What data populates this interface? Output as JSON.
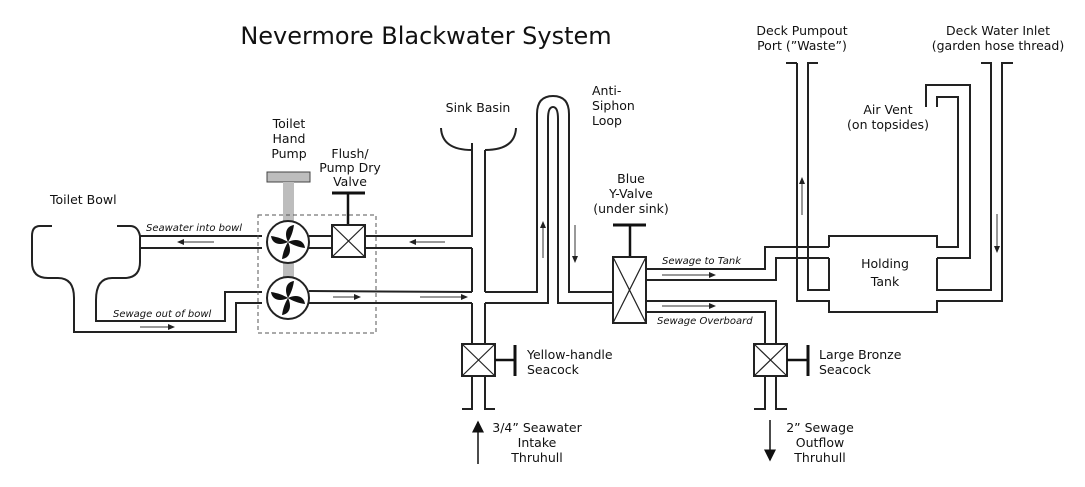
{
  "title": "Nevermore Blackwater System",
  "labels": {
    "toilet_bowl": "Toilet Bowl",
    "toilet_hand_pump": [
      "Toilet",
      "Hand",
      "Pump"
    ],
    "flush_valve": [
      "Flush/",
      "Pump Dry",
      "Valve"
    ],
    "sink_basin": "Sink Basin",
    "anti_siphon_loop": [
      "Anti-",
      "Siphon",
      "Loop"
    ],
    "y_valve": [
      "Blue",
      "Y-Valve",
      "(under sink)"
    ],
    "deck_pumpout": [
      "Deck Pumpout",
      "Port (”Waste”)"
    ],
    "deck_water_inlet": [
      "Deck Water Inlet",
      "(garden hose thread)"
    ],
    "air_vent": [
      "Air Vent",
      "(on topsides)"
    ],
    "holding_tank": [
      "Holding",
      "Tank"
    ],
    "yellow_seacock": [
      "Yellow-handle",
      "Seacock"
    ],
    "bronze_seacock": [
      "Large Bronze",
      "Seacock"
    ],
    "intake_thruhull": [
      "3/4” Seawater",
      "Intake",
      "Thruhull"
    ],
    "outflow_thruhull": [
      "2” Sewage",
      "Outflow",
      "Thruhull"
    ]
  },
  "flows": {
    "seawater_into_bowl": "Seawater into bowl",
    "sewage_out_of_bowl": "Sewage out of bowl",
    "sewage_to_tank": "Sewage to Tank",
    "sewage_overboard": "Sewage Overboard"
  },
  "colors": {
    "line": "#222222",
    "pump_handle": "#bdbdbd",
    "dashed_box": "#555555"
  }
}
